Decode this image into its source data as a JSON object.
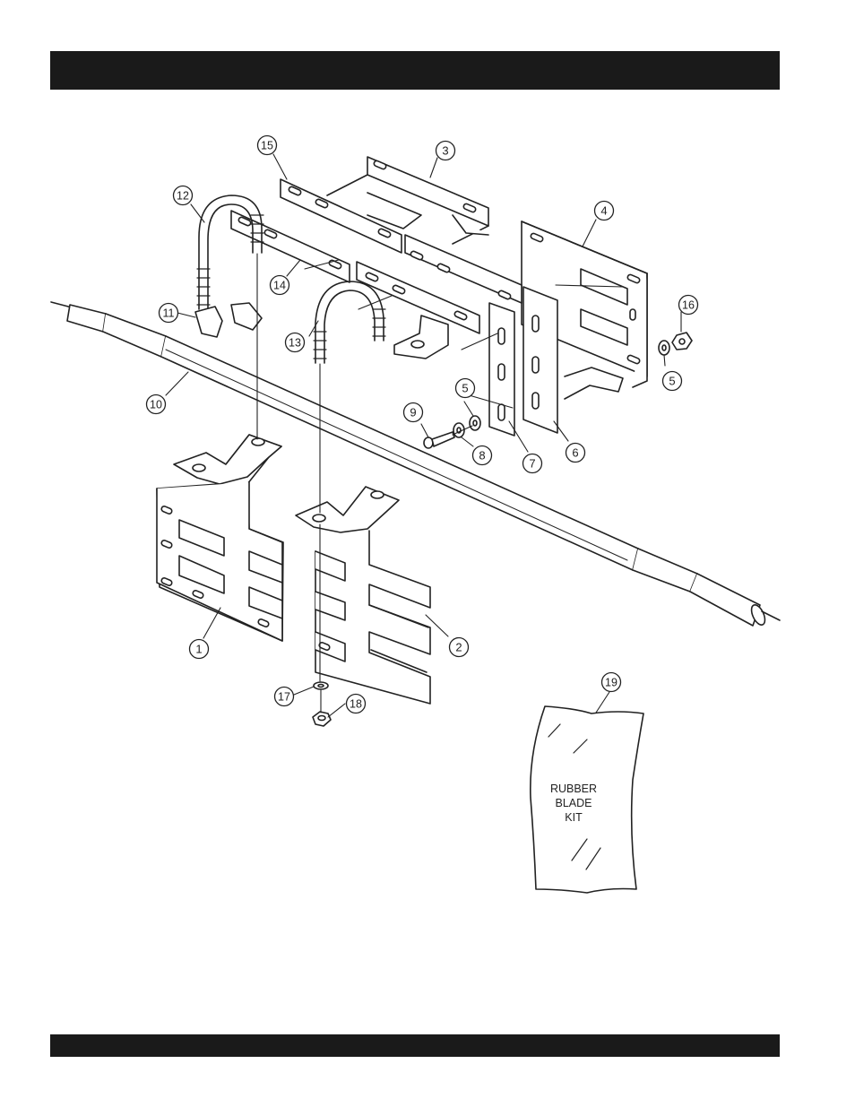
{
  "callouts": [
    "15",
    "3",
    "12",
    "4",
    "14",
    "11",
    "13",
    "16",
    "10",
    "5",
    "5",
    "9",
    "8",
    "7",
    "6",
    "1",
    "2",
    "17",
    "18",
    "19"
  ],
  "kit_label": [
    "RUBBER",
    "BLADE",
    "KIT"
  ]
}
